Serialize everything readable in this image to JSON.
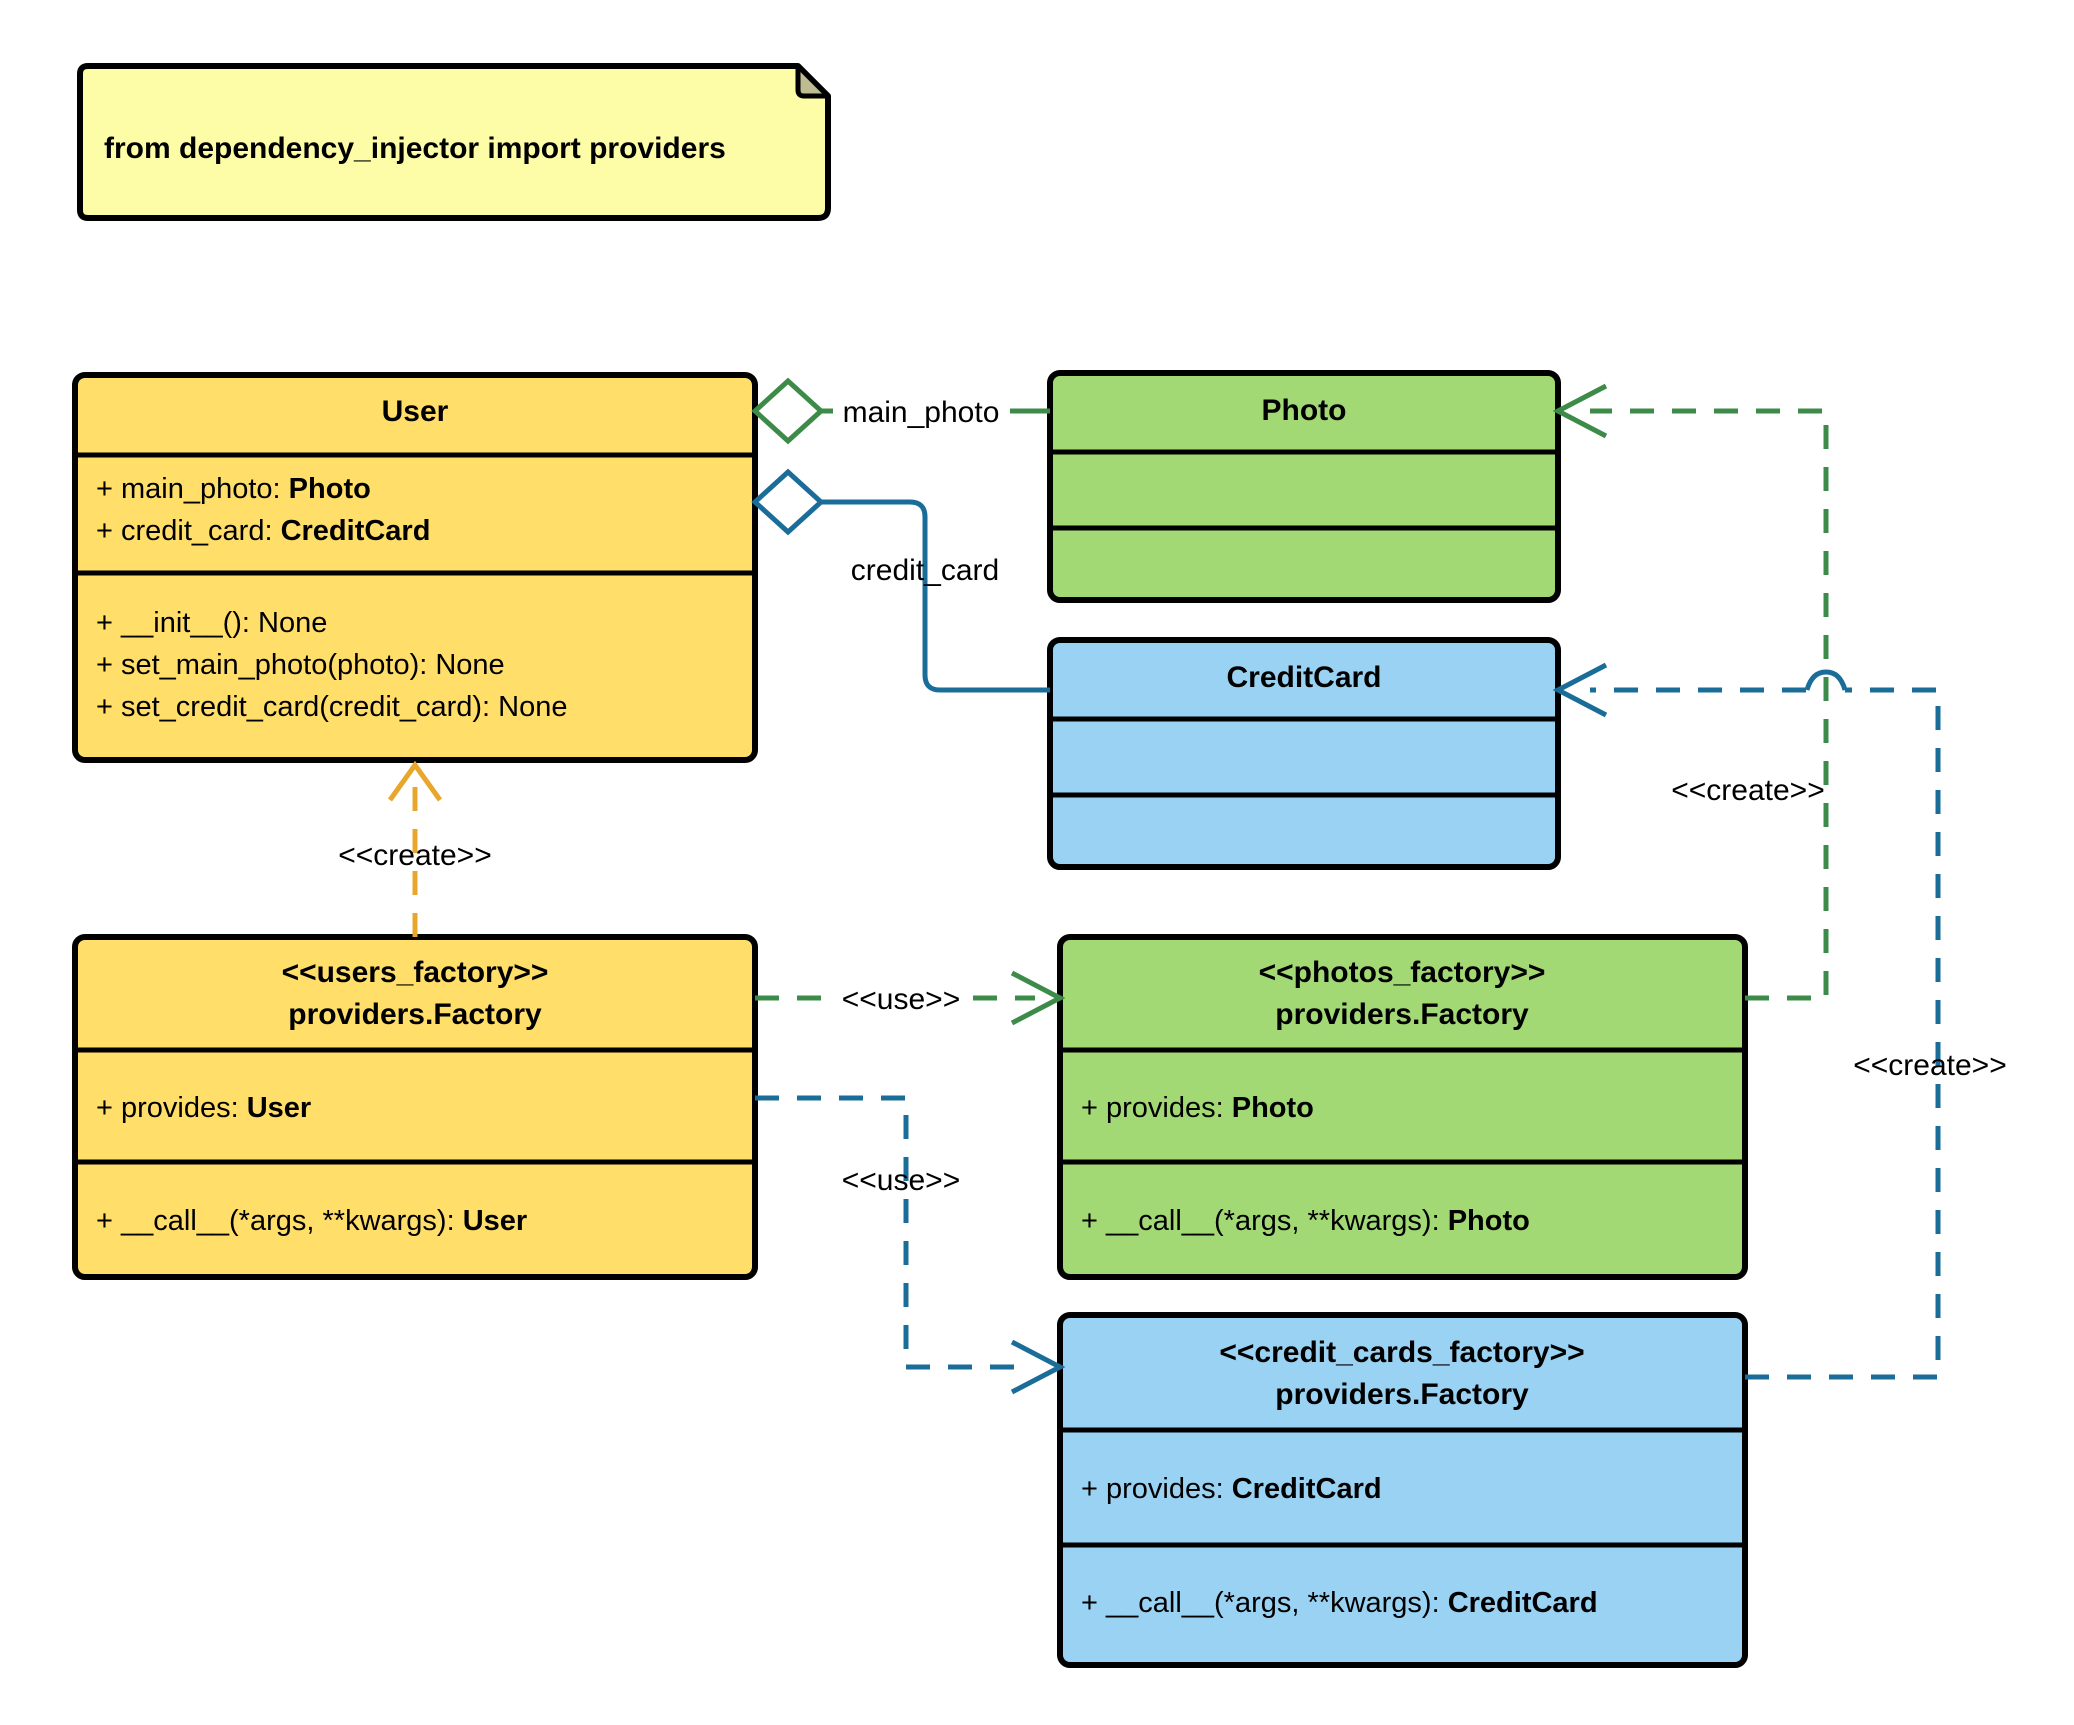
{
  "diagram": {
    "title": "dependency_injector providers UML class diagram",
    "colors": {
      "user_fill": "#FFDE6A",
      "photo_fill": "#A2D975",
      "creditcard_fill": "#99D2F2",
      "note_fill": "#FDFDA8",
      "note_fold": "#BDBD91",
      "border": "#000000",
      "green_edge": "#3D8B49",
      "blue_edge": "#1B6D99",
      "orange_edge": "#E8A72C"
    }
  },
  "note": {
    "name": "import-note",
    "text": "from dependency_injector import providers"
  },
  "classes": [
    {
      "id": "user",
      "name": "User",
      "stereotype": "",
      "title_lines": [
        "User"
      ],
      "attributes": [
        {
          "prefix": "+ main_photo: ",
          "type": "Photo"
        },
        {
          "prefix": "+ credit_card: ",
          "type": "CreditCard"
        }
      ],
      "methods": [
        {
          "prefix": "+ __init__(): None",
          "type": ""
        },
        {
          "prefix": "+ set_main_photo(photo): None",
          "type": ""
        },
        {
          "prefix": "+ set_credit_card(credit_card): None",
          "type": ""
        }
      ]
    },
    {
      "id": "photo",
      "name": "Photo",
      "title_lines": [
        "Photo"
      ],
      "attributes": [],
      "methods": []
    },
    {
      "id": "creditcard",
      "name": "CreditCard",
      "title_lines": [
        "CreditCard"
      ],
      "attributes": [],
      "methods": []
    },
    {
      "id": "users_factory",
      "name": "users_factory",
      "title_lines": [
        "<<users_factory>>",
        "providers.Factory"
      ],
      "attributes": [
        {
          "prefix": "+ provides: ",
          "type": "User"
        }
      ],
      "methods": [
        {
          "prefix": "+ __call__(*args, **kwargs): ",
          "type": "User"
        }
      ]
    },
    {
      "id": "photos_factory",
      "name": "photos_factory",
      "title_lines": [
        "<<photos_factory>>",
        "providers.Factory"
      ],
      "attributes": [
        {
          "prefix": "+ provides: ",
          "type": "Photo"
        }
      ],
      "methods": [
        {
          "prefix": "+ __call__(*args, **kwargs): ",
          "type": "Photo"
        }
      ]
    },
    {
      "id": "credit_cards_factory",
      "name": "credit_cards_factory",
      "title_lines": [
        "<<credit_cards_factory>>",
        "providers.Factory"
      ],
      "attributes": [
        {
          "prefix": "+ provides: ",
          "type": "CreditCard"
        }
      ],
      "methods": [
        {
          "prefix": "+ __call__(*args, **kwargs): ",
          "type": "CreditCard"
        }
      ]
    }
  ],
  "edges": {
    "main_photo_label": "main_photo",
    "credit_card_label": "credit_card",
    "create_user_label": "<<create>>",
    "create_photo_label": "<<create>>",
    "create_creditcard_label": "<<create>>",
    "use_photos_label": "<<use>>",
    "use_credit_cards_label": "<<use>>"
  },
  "text": {
    "user_title": "User",
    "photo_title": "Photo",
    "creditcard_title": "CreditCard",
    "users_factory_stereo": "<<users_factory>>",
    "users_factory_kind": "providers.Factory",
    "photos_factory_stereo": "<<photos_factory>>",
    "photos_factory_kind": "providers.Factory",
    "credit_cards_factory_stereo": "<<credit_cards_factory>>",
    "credit_cards_factory_kind": "providers.Factory",
    "user_attr_1_prefix": "+ main_photo: ",
    "user_attr_1_type": "Photo",
    "user_attr_2_prefix": "+ credit_card: ",
    "user_attr_2_type": "CreditCard",
    "user_method_1": "+ __init__(): None",
    "user_method_2": "+ set_main_photo(photo): None",
    "user_method_3": "+ set_credit_card(credit_card): None",
    "uf_attr_prefix": "+ provides: ",
    "uf_attr_type": "User",
    "uf_method_prefix": "+ __call__(*args, **kwargs): ",
    "uf_method_type": "User",
    "pf_attr_prefix": "+ provides: ",
    "pf_attr_type": "Photo",
    "pf_method_prefix": "+ __call__(*args, **kwargs): ",
    "pf_method_type": "Photo",
    "cf_attr_prefix": "+ provides: ",
    "cf_attr_type": "CreditCard",
    "cf_method_prefix": "+ __call__(*args, **kwargs): ",
    "cf_method_type": "CreditCard"
  }
}
